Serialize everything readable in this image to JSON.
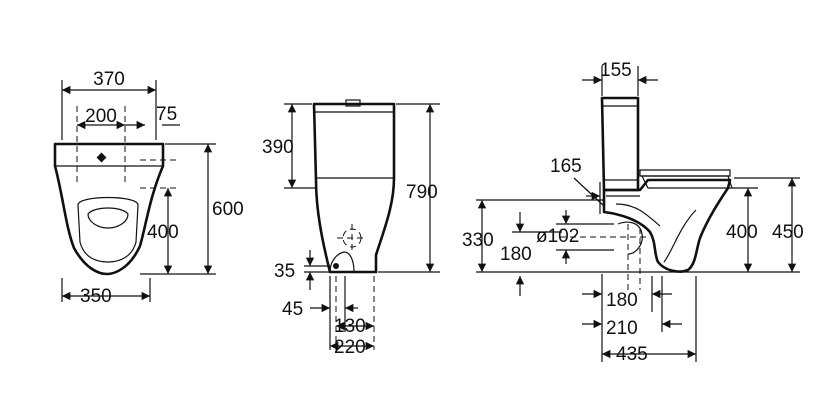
{
  "front_view": {
    "overall_width": "370",
    "hole_spacing": "200",
    "hole_offset": "75",
    "height": "600",
    "seat_height": "400",
    "base_width": "350"
  },
  "side_view": {
    "tank_height": "390",
    "overall_height": "790",
    "outlet_height": "35",
    "fixing_offset": "45",
    "fixing_spacing": "130",
    "fixing_span": "220"
  },
  "section_view": {
    "tank_depth": "155",
    "inlet_offset": "165",
    "outlet_height_high": "330",
    "outlet_diameter": "ø102",
    "outlet_height_low": "180",
    "seat_height": "400",
    "overall_height": "450",
    "outlet_distance_a": "180",
    "outlet_distance_b": "210",
    "overall_depth": "435"
  }
}
